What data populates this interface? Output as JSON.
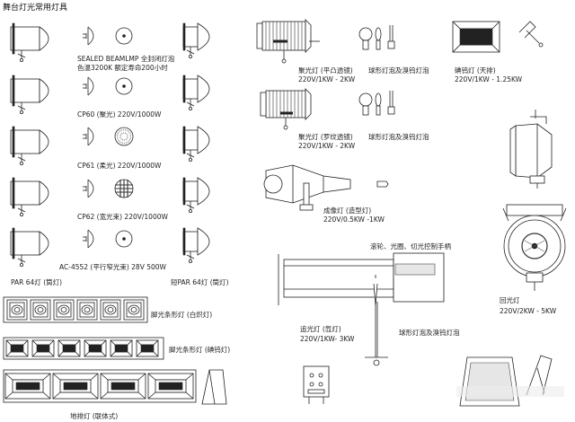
{
  "title": "舞台灯光常用灯具",
  "labels": {
    "sealed_1": "SEALED BEAMLMP 全封闭灯泡",
    "sealed_2": "色温3200K 额定寿命200小时",
    "cp60": "CP60  (聚光)  220V/1000W",
    "cp61": "CP61  (柔光)  220V/1000W",
    "cp62": "CP62  (宽光束)  220V/1000W",
    "ac4552": "AC-4552  (平行窄光束)  28V  500W",
    "par64_left": "PAR 64灯   (筒灯)",
    "par64_right": "短PAR 64灯   (筒灯)",
    "spot1_name": "聚光灯  (平凸透镜)",
    "spot1_spec": "220V/1KW  - 2KW",
    "spot1_lamp": "球形灯泡及溴钨灯泡",
    "spot2_name": "聚光灯  (罗纹透镜)",
    "spot2_spec": "220V/1KW  - 2KW",
    "spot2_lamp": "球形灯泡及溴钨灯泡",
    "halogen_name": "碘钨灯  (天排)",
    "halogen_spec": "220V/1KW  - 1.25KW",
    "profile_name": "成像灯  (造型灯)",
    "profile_spec": "220V/0.5KW  -1KW",
    "follow_parts": "滚轮、光圈、切光控制手柄",
    "follow_name": "追光灯  (氙灯)",
    "follow_spec": "220V/1KW-  3KW",
    "follow_lamp": "球形灯泡及溴钨灯泡",
    "cyc_name": "回光灯",
    "cyc_spec": "220V/2KW  - 5KW",
    "footlight1": "脚光条形灯  (白炽灯)",
    "footlight2": "脚光条形灯  (碘钨灯)",
    "groundrow": "地排灯  (联体式)"
  },
  "icons": {
    "par_can": "par-can-light-icon",
    "lamp": "sealed-beam-lamp-icon",
    "spotlight": "fresnel-spotlight-icon",
    "bulb": "bulb-icon",
    "flood": "floodlight-icon",
    "profile": "profile-spotlight-icon",
    "follow": "follow-spot-icon",
    "cyc": "cyclorama-light-icon"
  }
}
